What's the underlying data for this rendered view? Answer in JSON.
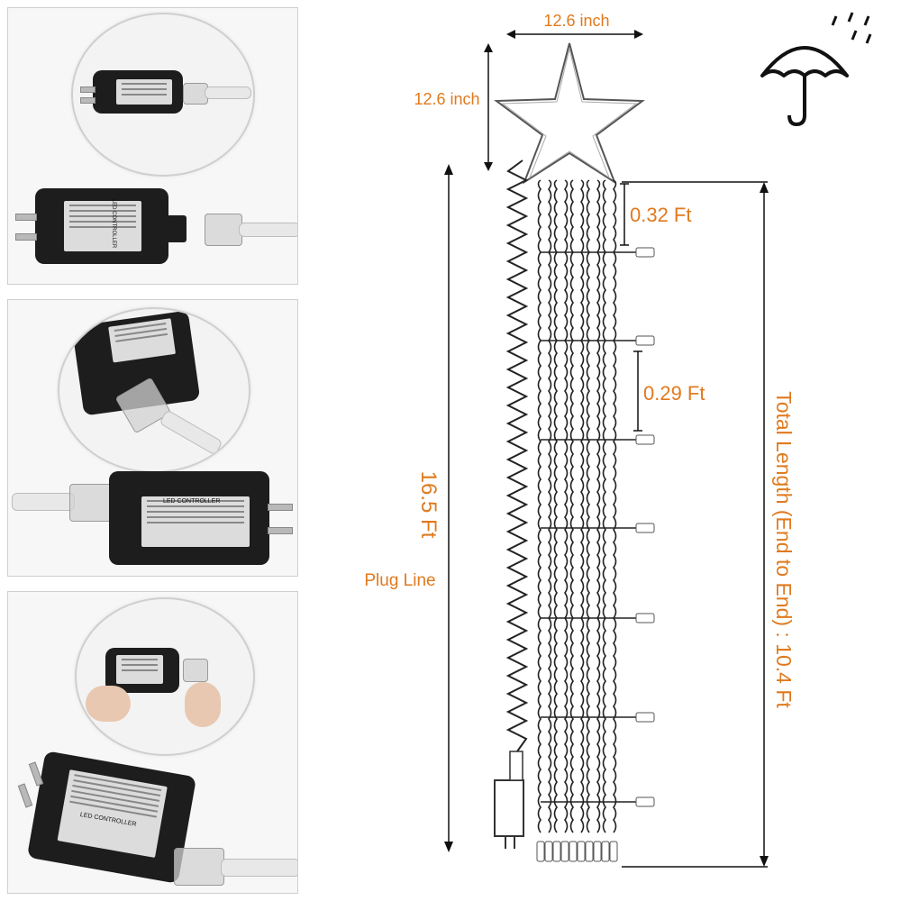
{
  "photos": {
    "adapter_label_1": "LED CONTROLLER",
    "adapter_label_2": "LED CONTROLLER",
    "adapter_label_3": "LED CONTROLLER"
  },
  "diagram": {
    "star_width": "12.6 inch",
    "star_height": "12.6 inch",
    "plug_line_length": "16.5 Ft",
    "plug_line_label": "Plug Line",
    "top_spacing": "0.32 Ft",
    "inner_spacing": "0.29 Ft",
    "total_length": "Total Length (End to End) : 10.4 Ft"
  },
  "icons": {
    "weather": "umbrella-rain-icon"
  },
  "colors": {
    "dimension_text": "#e07a1e",
    "adapter_body": "#1d1d1d",
    "wire": "#222222"
  }
}
